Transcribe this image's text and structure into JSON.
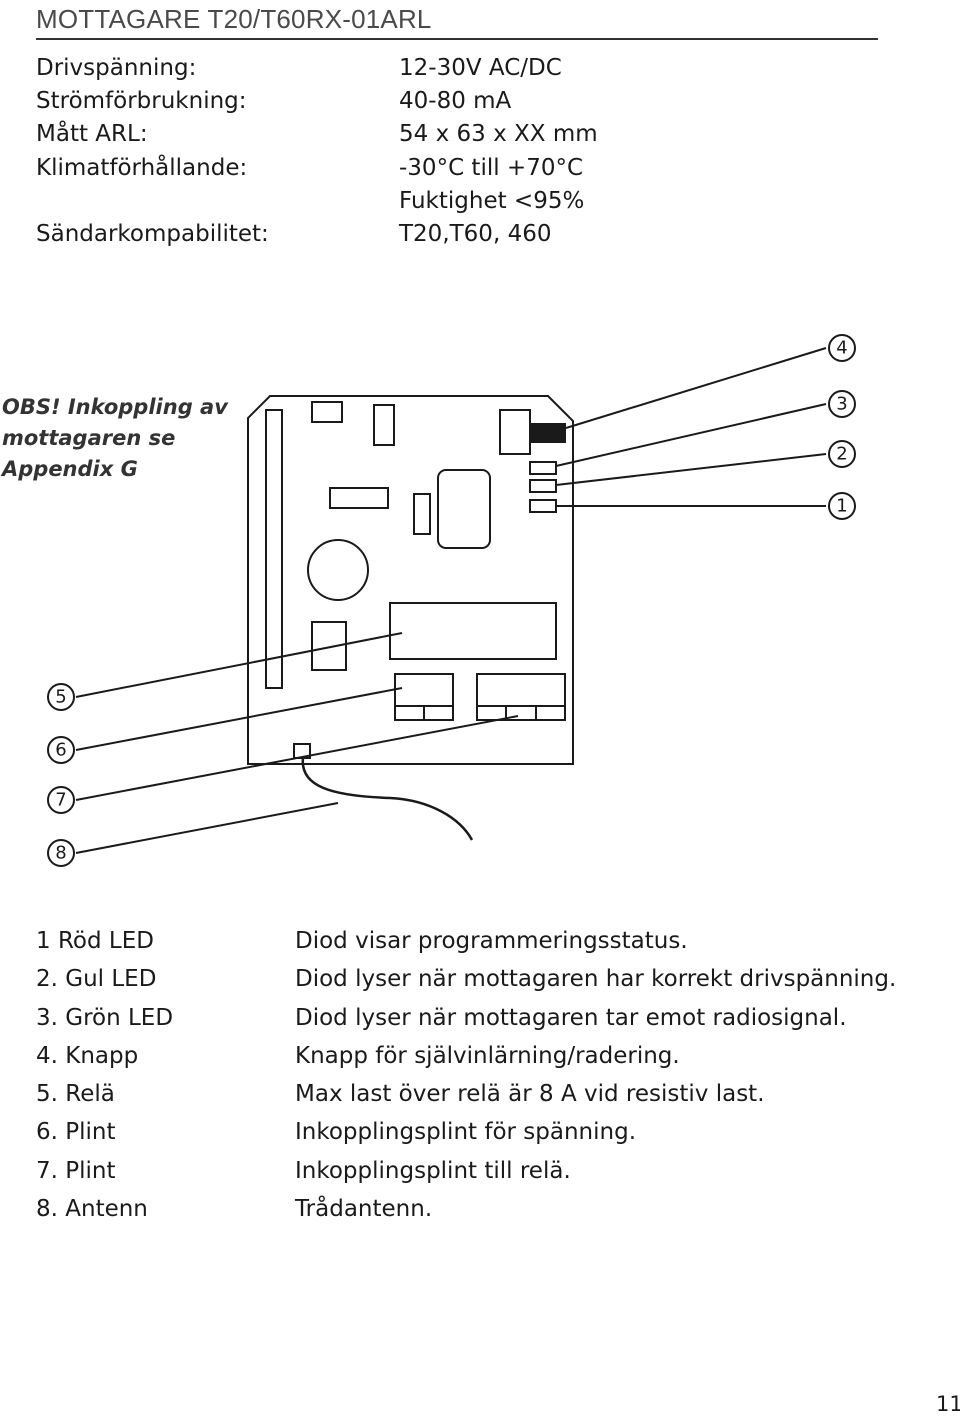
{
  "header": {
    "title": "MOTTAGARE T20/T60RX-01ARL"
  },
  "specs": [
    {
      "label": "Drivspänning:",
      "value": "12-30V AC/DC"
    },
    {
      "label": "Strömförbrukning:",
      "value": "40-80 mA"
    },
    {
      "label": "Mått ARL:",
      "value": "54 x 63 x XX mm"
    },
    {
      "label": "Klimatförhållande:",
      "value": "-30°C till +70°C"
    },
    {
      "label": "",
      "value": "Fuktighet <95%"
    },
    {
      "label": "Sändarkompabilitet:",
      "value": "T20,T60, 460"
    }
  ],
  "note": {
    "line1": "OBS! Inkoppling av",
    "line2": "mottagaren se",
    "line3": "Appendix G"
  },
  "callouts": [
    "1",
    "2",
    "3",
    "4",
    "5",
    "6",
    "7",
    "8"
  ],
  "legend": [
    {
      "name": "1 Röd LED",
      "desc": "Diod visar programmeringsstatus."
    },
    {
      "name": "2. Gul LED",
      "desc": "Diod lyser när mottagaren har korrekt drivspänning."
    },
    {
      "name": "3. Grön LED",
      "desc": "Diod lyser när mottagaren tar emot radiosignal."
    },
    {
      "name": "4. Knapp",
      "desc": "Knapp för självinlärning/radering."
    },
    {
      "name": "5. Relä",
      "desc": "Max last över relä är 8 A vid resistiv last."
    },
    {
      "name": "6. Plint",
      "desc": "Inkopplingsplint för spänning."
    },
    {
      "name": "7. Plint",
      "desc": "Inkopplingsplint till relä."
    },
    {
      "name": "8. Antenn",
      "desc": "Trådantenn."
    }
  ],
  "footer": {
    "page_number": "11"
  }
}
